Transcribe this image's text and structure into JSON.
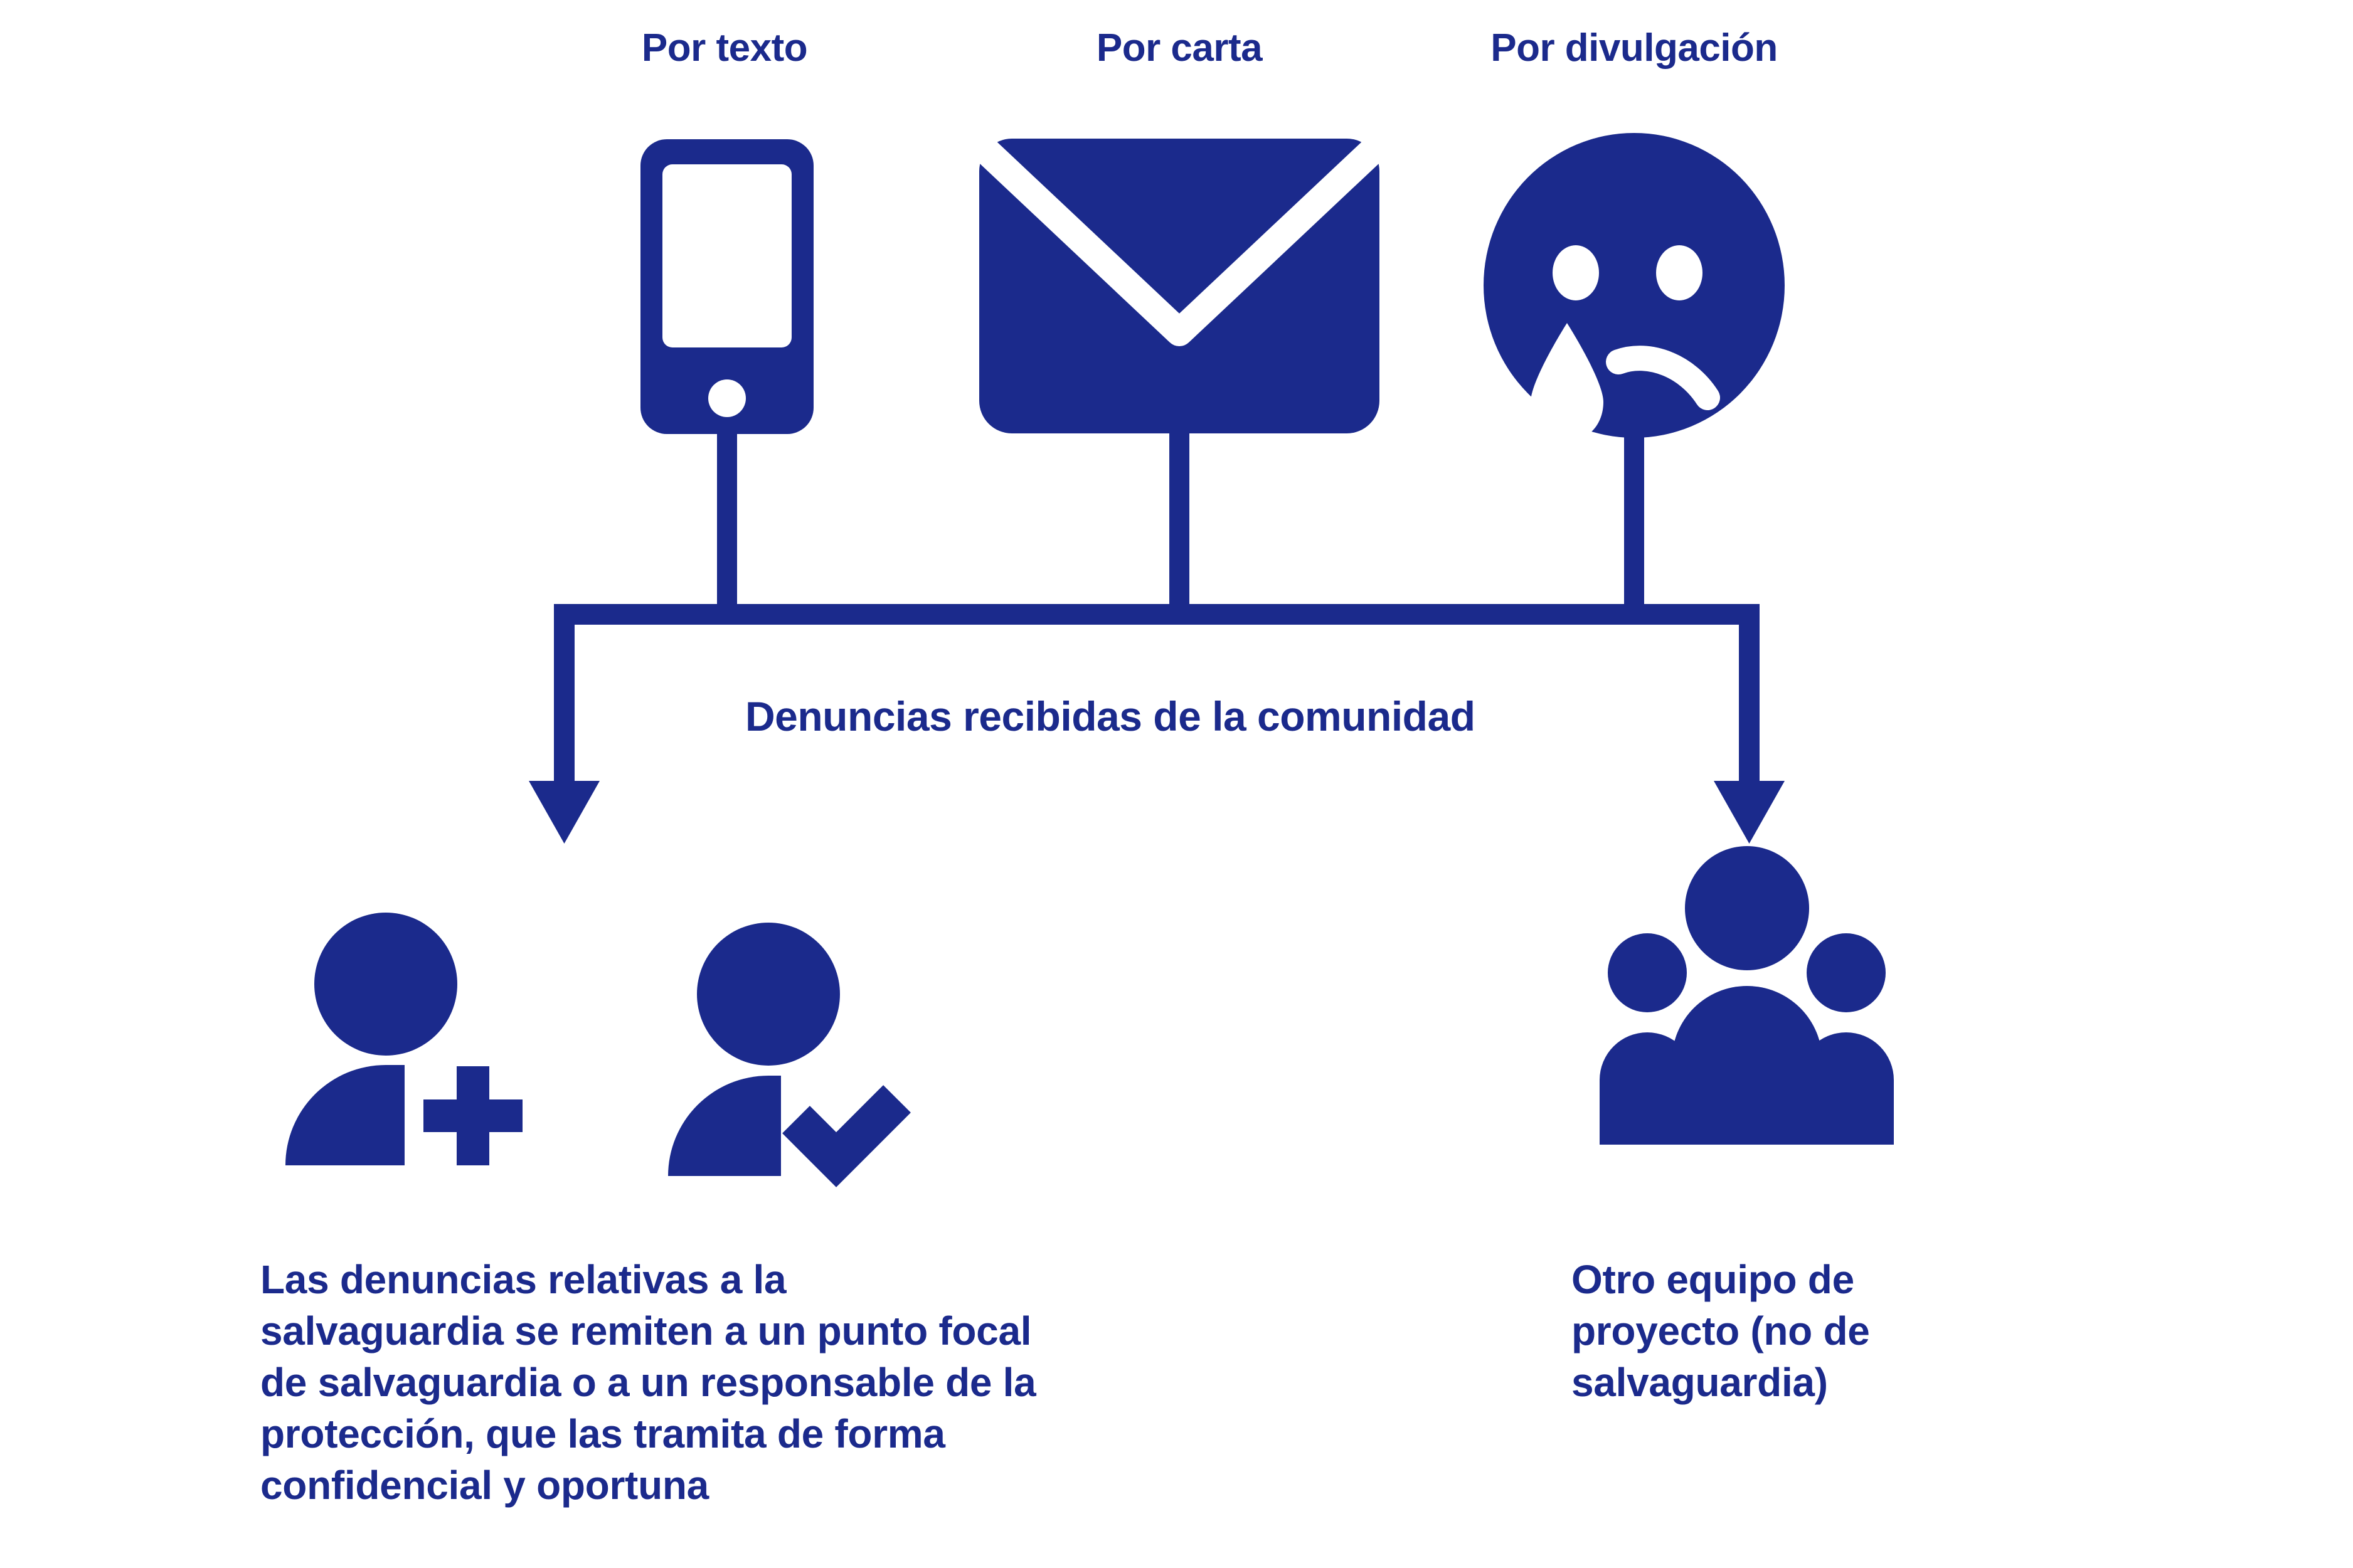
{
  "theme": {
    "brand_blue": "#1B2A8C",
    "background": "#FFFFFF"
  },
  "diagram": {
    "title_flow": "Denuncias recibidas de la comunidad",
    "sources": [
      {
        "label": "Por texto",
        "icon": "mobile-phone-icon"
      },
      {
        "label": "Por carta",
        "icon": "envelope-icon"
      },
      {
        "label": "Por divulgación",
        "icon": "sad-face-crying-icon"
      }
    ],
    "bus_label": "Denuncias recibidas de la comunidad",
    "outcomes": [
      {
        "icons": [
          "person-add-icon",
          "person-check-icon"
        ],
        "lines": [
          "Las denuncias relativas a la",
          "salvaguardia se remiten a un punto focal",
          "de salvaguardia o a un responsable de la",
          "protección, que las tramita de forma",
          "confidencial y oportuna"
        ]
      },
      {
        "icons": [
          "people-group-icon"
        ],
        "lines": [
          "Otro equipo de",
          "proyecto (no de",
          "salvaguardia)"
        ]
      }
    ]
  }
}
